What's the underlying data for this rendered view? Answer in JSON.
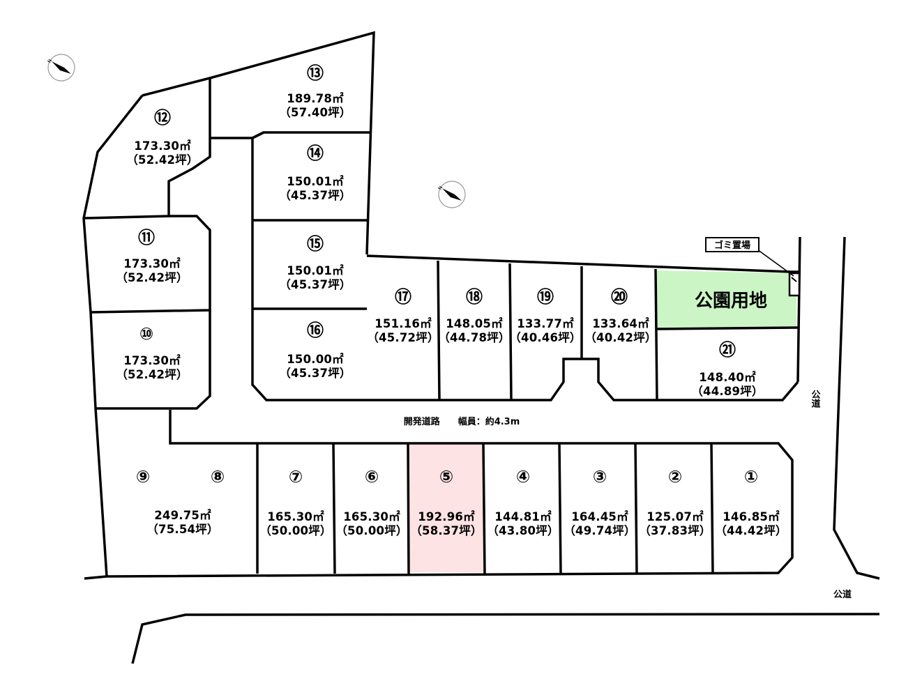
{
  "colors": {
    "highlight_lot": "#fde3e3",
    "park": "#ccf5c6",
    "line": "#000000"
  },
  "road_label": "開発道路　　幅員：約4.3m",
  "public_road_right": "公道",
  "public_road_bottom": "公道",
  "trash_area": "ゴミ置場",
  "park_label": "公園用地",
  "compass_icon": "north-arrow-icon",
  "lots": [
    {
      "id": "1",
      "number": "①",
      "area": "146.85㎡",
      "tsubo": "（44.42坪）"
    },
    {
      "id": "2",
      "number": "②",
      "area": "125.07㎡",
      "tsubo": "（37.83坪）"
    },
    {
      "id": "3",
      "number": "③",
      "area": "164.45㎡",
      "tsubo": "（49.74坪）"
    },
    {
      "id": "4",
      "number": "④",
      "area": "144.81㎡",
      "tsubo": "（43.80坪）"
    },
    {
      "id": "5",
      "number": "⑤",
      "area": "192.96㎡",
      "tsubo": "（58.37坪）"
    },
    {
      "id": "6",
      "number": "⑥",
      "area": "165.30㎡",
      "tsubo": "（50.00坪）"
    },
    {
      "id": "7",
      "number": "⑦",
      "area": "165.30㎡",
      "tsubo": "（50.00坪）"
    },
    {
      "id": "8-9",
      "number_a": "⑨",
      "number_b": "⑧",
      "area": "249.75㎡",
      "tsubo": "（75.54坪）"
    },
    {
      "id": "10",
      "number": "⑩",
      "area": "173.30㎡",
      "tsubo": "（52.42坪）"
    },
    {
      "id": "11",
      "number": "⑪",
      "area": "173.30㎡",
      "tsubo": "（52.42坪）"
    },
    {
      "id": "12",
      "number": "⑫",
      "area": "173.30㎡",
      "tsubo": "（52.42坪）"
    },
    {
      "id": "13",
      "number": "⑬",
      "area": "189.78㎡",
      "tsubo": "（57.40坪）"
    },
    {
      "id": "14",
      "number": "⑭",
      "area": "150.01㎡",
      "tsubo": "（45.37坪）"
    },
    {
      "id": "15",
      "number": "⑮",
      "area": "150.01㎡",
      "tsubo": "（45.37坪）"
    },
    {
      "id": "16",
      "number": "⑯",
      "area": "150.00㎡",
      "tsubo": "（45.37坪）"
    },
    {
      "id": "17",
      "number": "⑰",
      "area": "151.16㎡",
      "tsubo": "（45.72坪）"
    },
    {
      "id": "18",
      "number": "⑱",
      "area": "148.05㎡",
      "tsubo": "（44.78坪）"
    },
    {
      "id": "19",
      "number": "⑲",
      "area": "133.77㎡",
      "tsubo": "（40.46坪）"
    },
    {
      "id": "20",
      "number": "⑳",
      "area": "133.64㎡",
      "tsubo": "（40.42坪）"
    },
    {
      "id": "21",
      "number": "㉑",
      "area": "148.40㎡",
      "tsubo": "（44.89坪）"
    }
  ]
}
